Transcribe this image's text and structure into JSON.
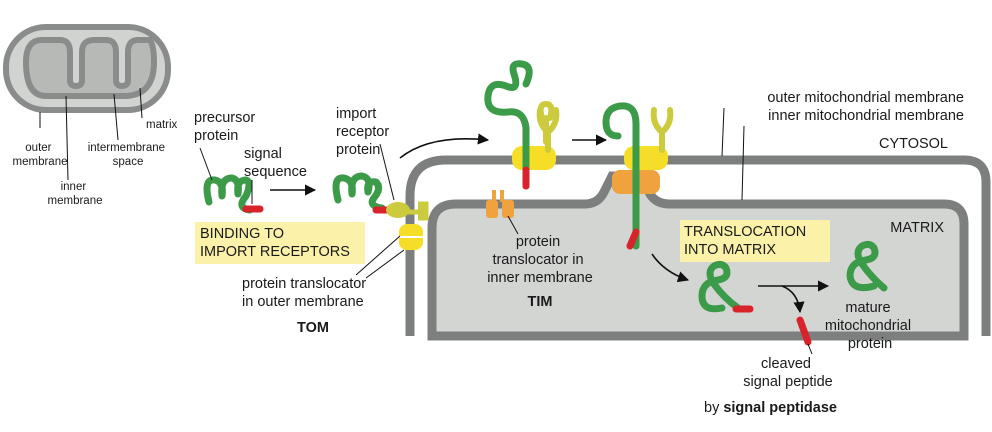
{
  "inset": {
    "labels": {
      "outer_membrane": [
        "outer",
        "membrane"
      ],
      "inner_membrane": [
        "inner",
        "membrane"
      ],
      "intermembrane_space": [
        "intermembrane",
        "space"
      ],
      "matrix": "matrix"
    }
  },
  "labels": {
    "precursor_protein": [
      "precursor",
      "protein"
    ],
    "signal_sequence": [
      "signal",
      "sequence"
    ],
    "import_receptor_protein": [
      "import",
      "receptor",
      "protein"
    ],
    "binding_box": [
      "BINDING TO",
      "IMPORT RECEPTORS"
    ],
    "outer_translocator": [
      "protein translocator",
      "in outer membrane"
    ],
    "tom": "TOM",
    "inner_translocator": [
      "protein",
      "translocator in",
      "inner membrane"
    ],
    "tim": "TIM",
    "outer_mito_membrane": "outer mitochondrial membrane",
    "inner_mito_membrane": "inner mitochondrial membrane",
    "cytosol": "CYTOSOL",
    "matrix": "MATRIX",
    "translocation_box": [
      "TRANSLOCATION",
      "INTO MATRIX"
    ],
    "mature_protein": [
      "mature",
      "mitochondrial",
      "protein"
    ],
    "cleaved_peptide": [
      "cleaved",
      "signal peptide"
    ],
    "by_prefix": "by ",
    "signal_peptidase": "signal peptidase"
  },
  "colors": {
    "membrane": "#7d7f7f",
    "matrix_fill": "#d3d5d3",
    "protein": "#3c9b48",
    "signal": "#d8232a",
    "tom_receptor": "#cccb3e",
    "tom_channel": "#f6dd28",
    "tim": "#efa23e",
    "highlight_box": "#fbf1a9"
  }
}
